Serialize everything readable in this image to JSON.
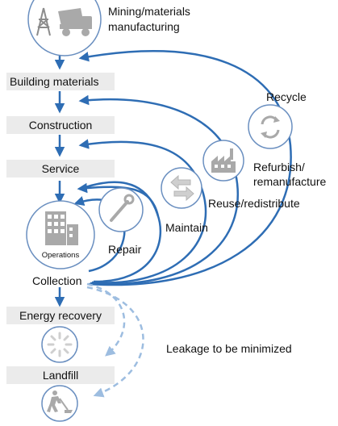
{
  "stages": {
    "mining": [
      "Mining/materials",
      "manufacturing"
    ],
    "building_materials": "Building materials",
    "construction": "Construction",
    "service": "Service",
    "energy_recovery": "Energy recovery",
    "landfill": "Landfill"
  },
  "loops": {
    "recycle": "Recycle",
    "refurbish": [
      "Refurbish/",
      "remanufacture"
    ],
    "reuse": "Reuse/redistribute",
    "maintain": "Maintain",
    "repair": "Repair"
  },
  "operations": "Operations",
  "collection": "Collection",
  "leakage": "Leakage to be minimized",
  "colors": {
    "arrow_blue": "#2e6db4",
    "dashed_blue": "#9dbde0",
    "band_gray": "#ebebeb",
    "icon_gray": "#a9a9a9",
    "circle_border": "#6a8fc0"
  },
  "icons": [
    "power-tower-icon",
    "dump-truck-icon",
    "recycle-icon",
    "factory-icon",
    "swap-arrows-icon",
    "wrench-icon",
    "office-building-icon",
    "sun-burst-icon",
    "worker-shovel-icon"
  ]
}
